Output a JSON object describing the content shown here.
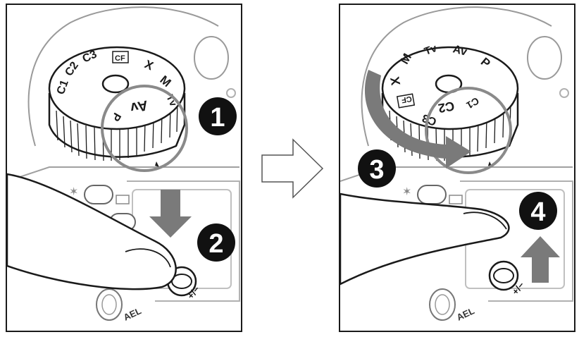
{
  "steps": [
    "1",
    "2",
    "3",
    "4"
  ],
  "dial_modes_left": [
    "C1",
    "C2",
    "C3",
    "CF",
    "X",
    "M",
    "Tv",
    "Av",
    "P"
  ],
  "dial_modes_right": [
    "CF",
    "X",
    "M",
    "Tv",
    "Av",
    "P",
    "C1",
    "C2",
    "C3"
  ],
  "button_labels": {
    "ael": "AEL",
    "exposure_comp": "+/−"
  },
  "colors": {
    "line": "#1a1a1a",
    "arrow_gray": "#7a7a7a",
    "step_badge": "#111111"
  },
  "icons": {
    "transition": "outline-right-arrow-icon",
    "press": "down-arrow-icon",
    "release": "up-arrow-icon",
    "rotate": "curved-arrow-icon"
  }
}
